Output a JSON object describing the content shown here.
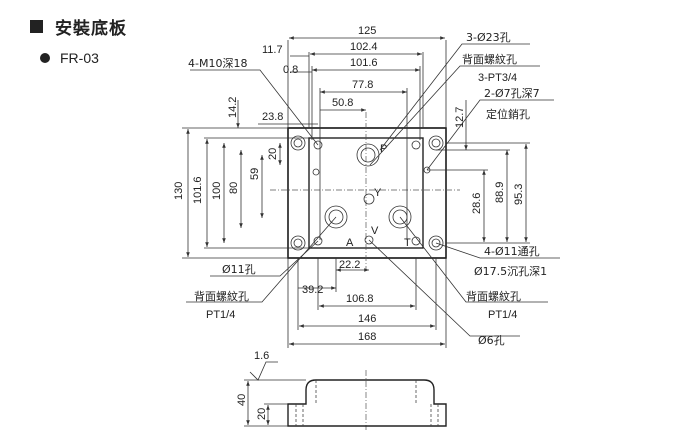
{
  "header": {
    "title": "安裝底板",
    "model": "FR-03"
  },
  "dimensions": {
    "top_125": "125",
    "top_102_4": "102.4",
    "top_101_6": "101.6",
    "top_77_8": "77.8",
    "top_50_8": "50.8",
    "top_11_7": "11.7",
    "top_0_8": "0.8",
    "left_23_8": "23.8",
    "left_14_2": "14.2",
    "v_130": "130",
    "v_101_6": "101.6",
    "v_100": "100",
    "v_80": "80",
    "v_59": "59",
    "v_20": "20",
    "r_12_7": "12.7",
    "r_28_6": "28.6",
    "r_88_9": "88.9",
    "r_95_3": "95.3",
    "b_22_2": "22.2",
    "b_39_2": "39.2",
    "b_106_8": "106.8",
    "b_146": "146",
    "b_168": "168",
    "side_1_6": "1.6",
    "side_40": "40",
    "side_20": "20"
  },
  "callouts": {
    "m10": "4-M10深18",
    "d23": "3-Ø23孔",
    "back_thread_top": "背面螺紋孔",
    "pt34": "3-PT3/4",
    "d7": "2-Ø7孔深7",
    "locate": "定位銷孔",
    "d11": "Ø11孔",
    "back_thread_left": "背面螺紋孔",
    "pt14_left": "PT1/4",
    "d11_through": "4-Ø11通孔",
    "d17": "Ø17.5沉孔深1",
    "back_thread_right": "背面螺紋孔",
    "pt14_right": "PT1/4",
    "d6": "Ø6孔"
  },
  "ports": {
    "p": "P",
    "a": "A",
    "t": "T",
    "y": "Y",
    "v": "V"
  }
}
